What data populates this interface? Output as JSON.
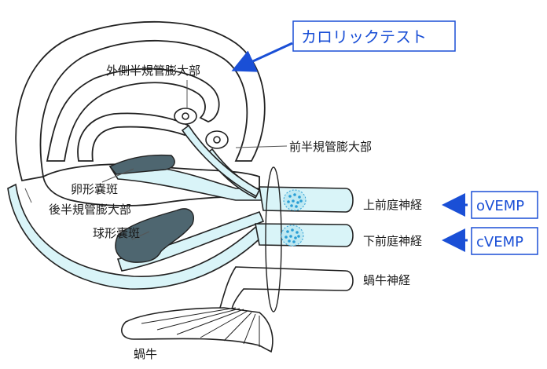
{
  "labels": {
    "lateral_ampulla": "外側半規管膨大部",
    "anterior_ampulla": "前半規管膨大部",
    "utricular_macula": "卵形嚢斑",
    "posterior_ampulla": "後半規管膨大部",
    "saccular_macula": "球形嚢斑",
    "superior_vestibular_nerve": "上前庭神経",
    "inferior_vestibular_nerve": "下前庭神経",
    "cochlear_nerve": "蝸牛神経",
    "cochlea": "蝸牛"
  },
  "tests": {
    "caloric": "カロリックテスト",
    "ovemp": "oVEMP",
    "cvemp": "cVEMP"
  },
  "colors": {
    "outline": "#222222",
    "nerve_fill": "#d9f4f8",
    "macula_fill": "#4e6670",
    "ganglion_dot": "#2a9fd6",
    "tag_blue": "#1a4fd6"
  }
}
